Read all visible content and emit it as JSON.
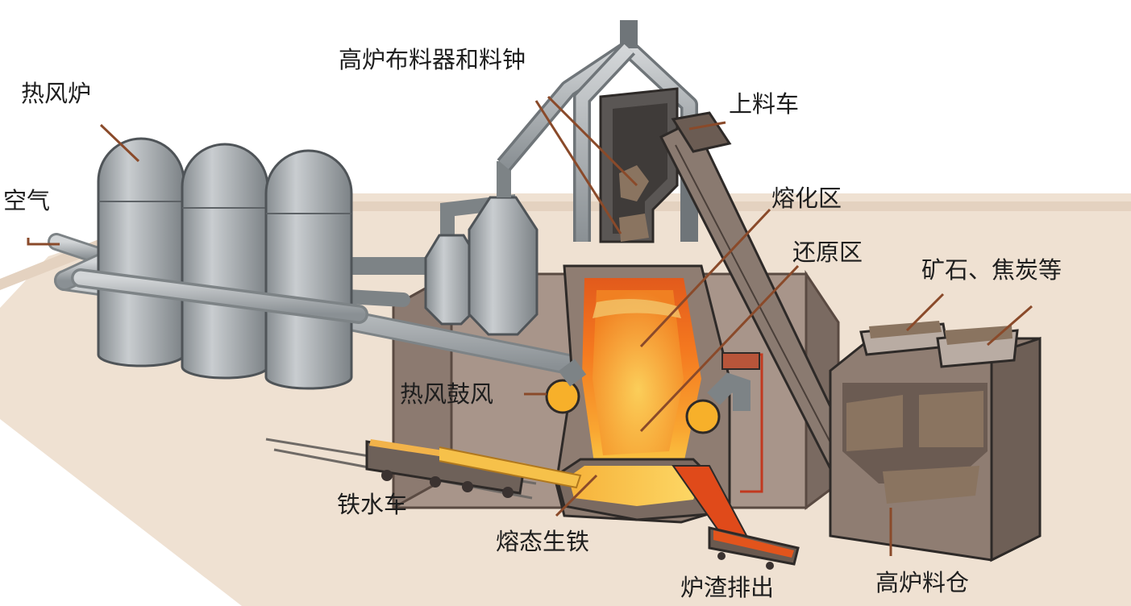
{
  "labels": {
    "hot_stove": "热风炉",
    "air": "空气",
    "distributor": "高炉布料器和料钟",
    "skip_car": "上料车",
    "melting_zone": "熔化区",
    "reduction_zone": "还原区",
    "raw_materials": "矿石、焦炭等",
    "hot_blast": "热风鼓风",
    "hot_metal_car": "铁水车",
    "molten_iron": "熔态生铁",
    "slag_out": "炉渣排出",
    "stock_bin": "高炉料仓"
  },
  "colors": {
    "ground": "#efe1d2",
    "steel": "#a3a8ab",
    "steel_dark": "#6f7579",
    "brick": "#9c8a80",
    "brick_dark": "#6f5f56",
    "furnace_hot": "#f25c1c",
    "furnace_glow": "#fbc13a",
    "ore": "#8a7460",
    "leader": "#8a4a2a",
    "text": "#1e1e1e"
  }
}
